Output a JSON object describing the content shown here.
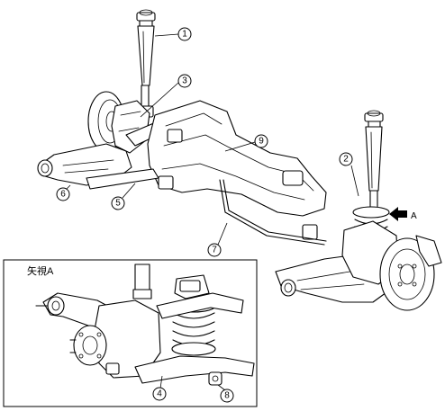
{
  "callouts": {
    "c1": "1",
    "c2": "2",
    "c3": "3",
    "c4": "4",
    "c5": "5",
    "c6": "6",
    "c7": "7",
    "c8": "8",
    "c9": "9"
  },
  "inset": {
    "title": "矢視A"
  },
  "view_arrow": {
    "label": "A"
  }
}
